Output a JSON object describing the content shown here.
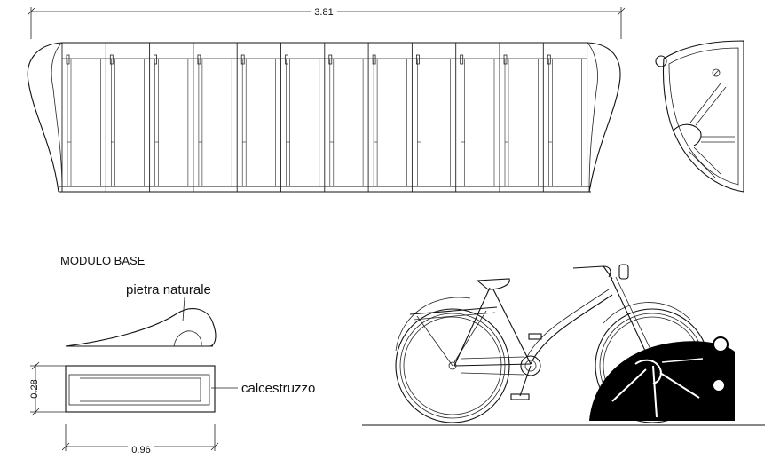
{
  "dimensions": {
    "top_width": "3.81",
    "module_height": "0.28",
    "module_width": "0.96"
  },
  "labels": {
    "module_title": "MODULO BASE",
    "stone_label": "pietra naturale",
    "concrete_label": "calcestruzzo"
  }
}
